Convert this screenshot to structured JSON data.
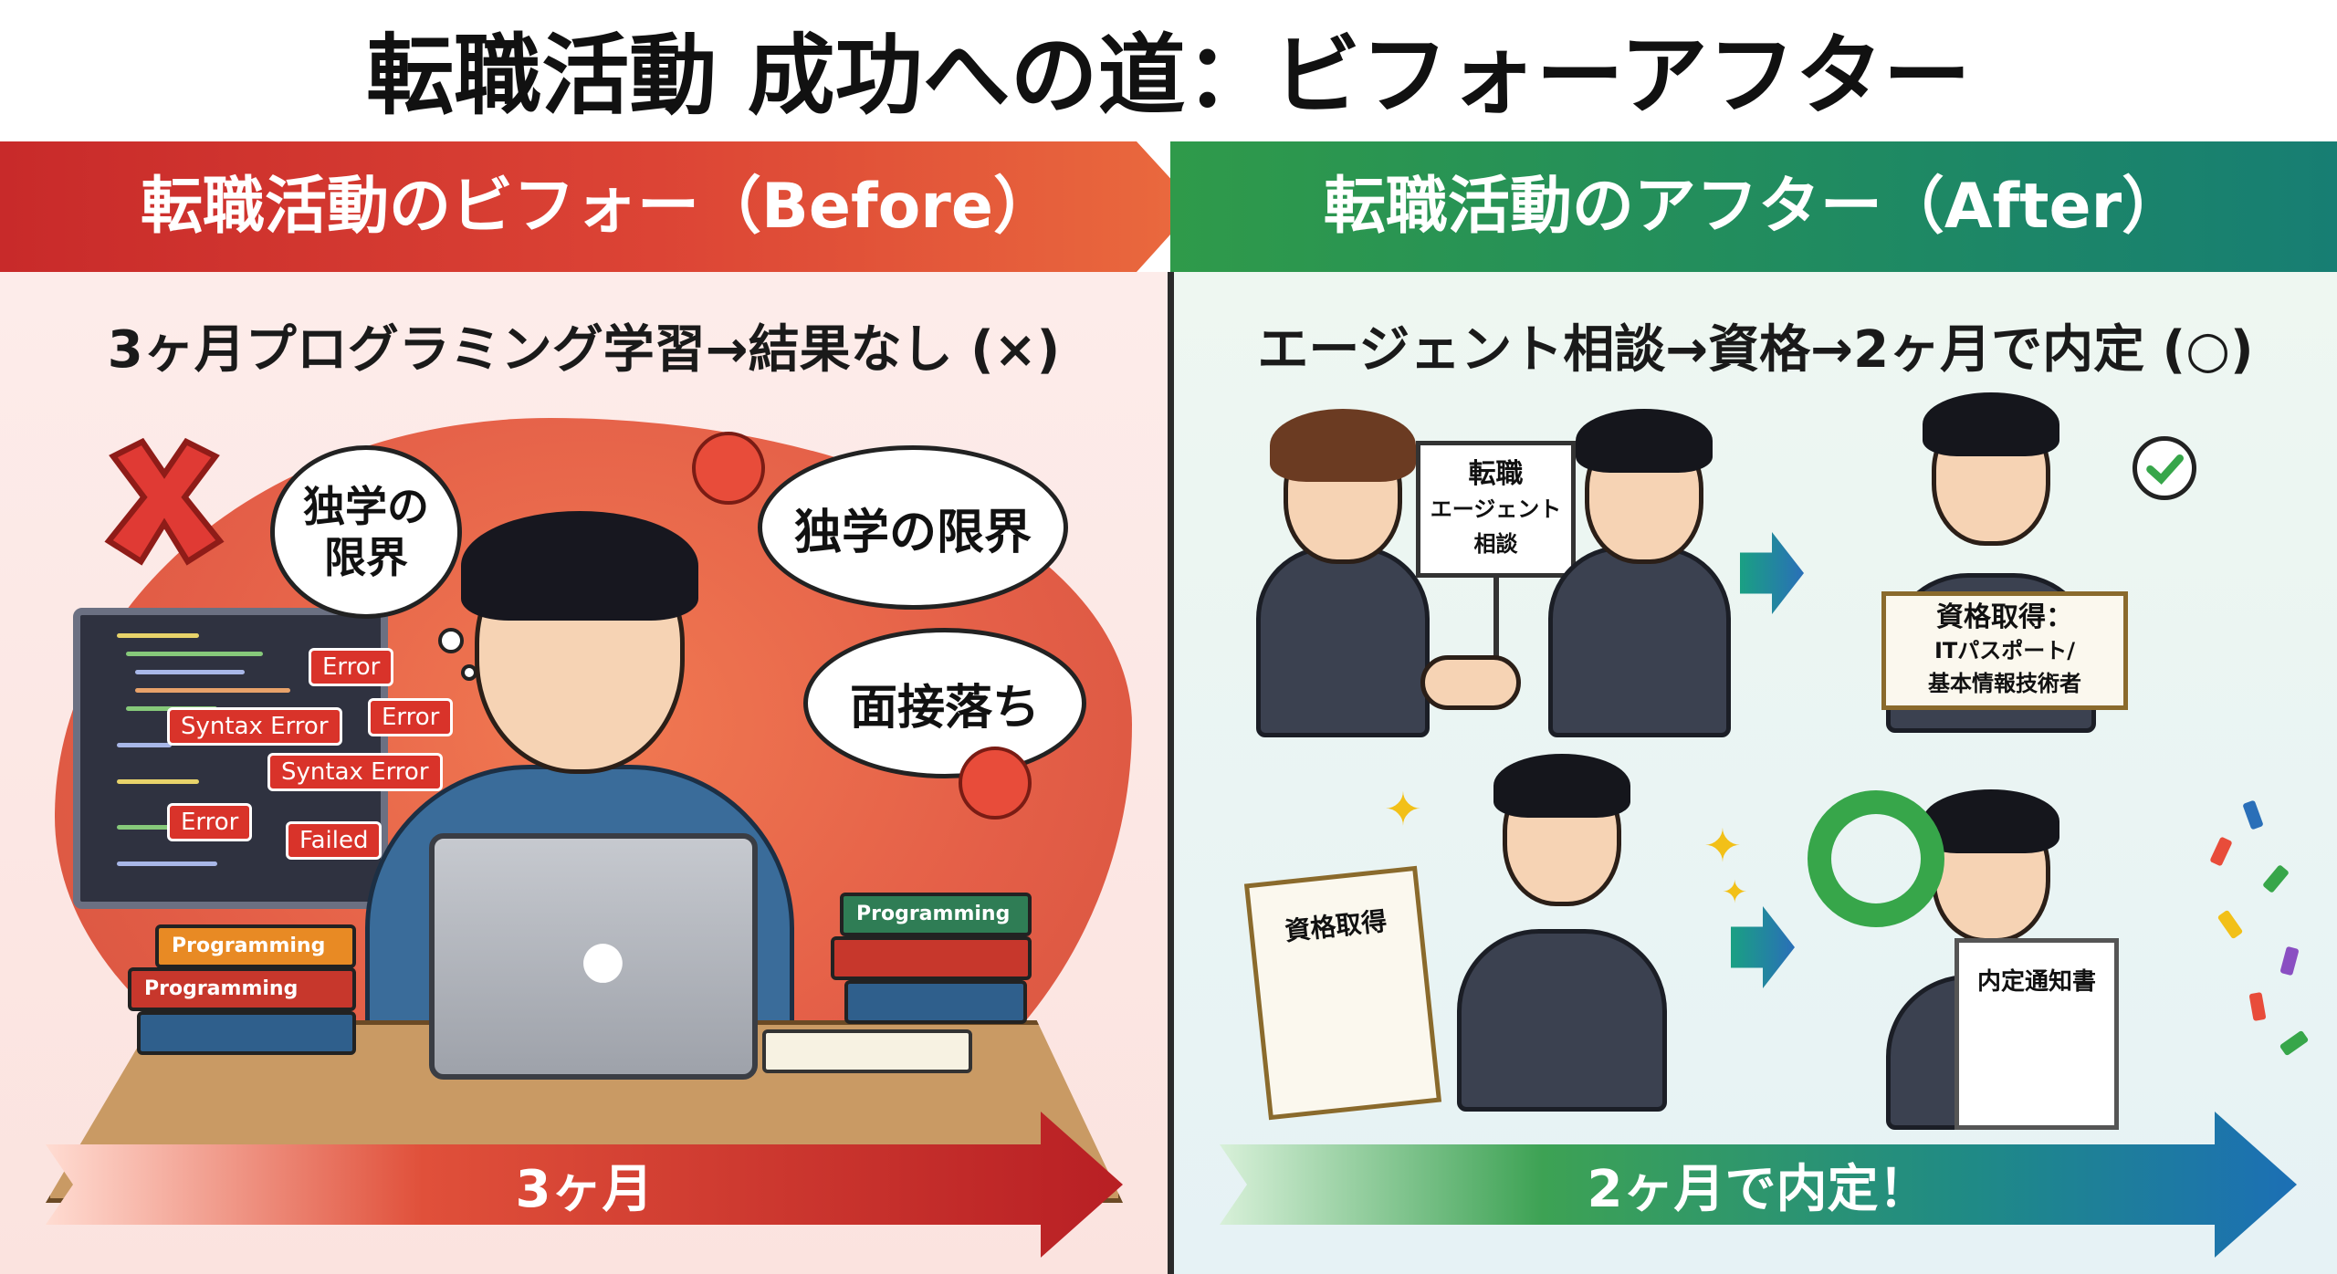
{
  "title": "転職活動 成功への道：ビフォーアフター",
  "before": {
    "band_label": "転職活動のビフォー（Before）",
    "subheading": "3ヶ月プログラミング学習→結果なし (×)",
    "bubble_left": "独学の限界",
    "bubble_right_top": "独学の限界",
    "bubble_right_bottom": "面接落ち",
    "error_tags": [
      "Error",
      "Error",
      "Syntax Error",
      "Syntax Error",
      "Error",
      "Failed"
    ],
    "book_labels": [
      "Programming",
      "Programming",
      "Programming"
    ],
    "arrow_label": "3ヶ月",
    "accent": "#d9332a"
  },
  "after": {
    "band_label": "転職活動のアフター（After）",
    "subheading": "エージェント相談→資格→2ヶ月で内定 (○)",
    "sign_label": "転職\nエージェント\n相談",
    "sign_line1": "転職",
    "sign_line2": "エージェント",
    "sign_line3": "相談",
    "cert_board_title": "資格取得：",
    "cert_board_line2": "ITパスポート/",
    "cert_board_line3": "基本情報技術者",
    "cert_paper_title": "資格取得",
    "offer_letter_title": "内定通知書",
    "arrow_label": "2ヶ月で内定！",
    "accent": "#37a64a"
  }
}
